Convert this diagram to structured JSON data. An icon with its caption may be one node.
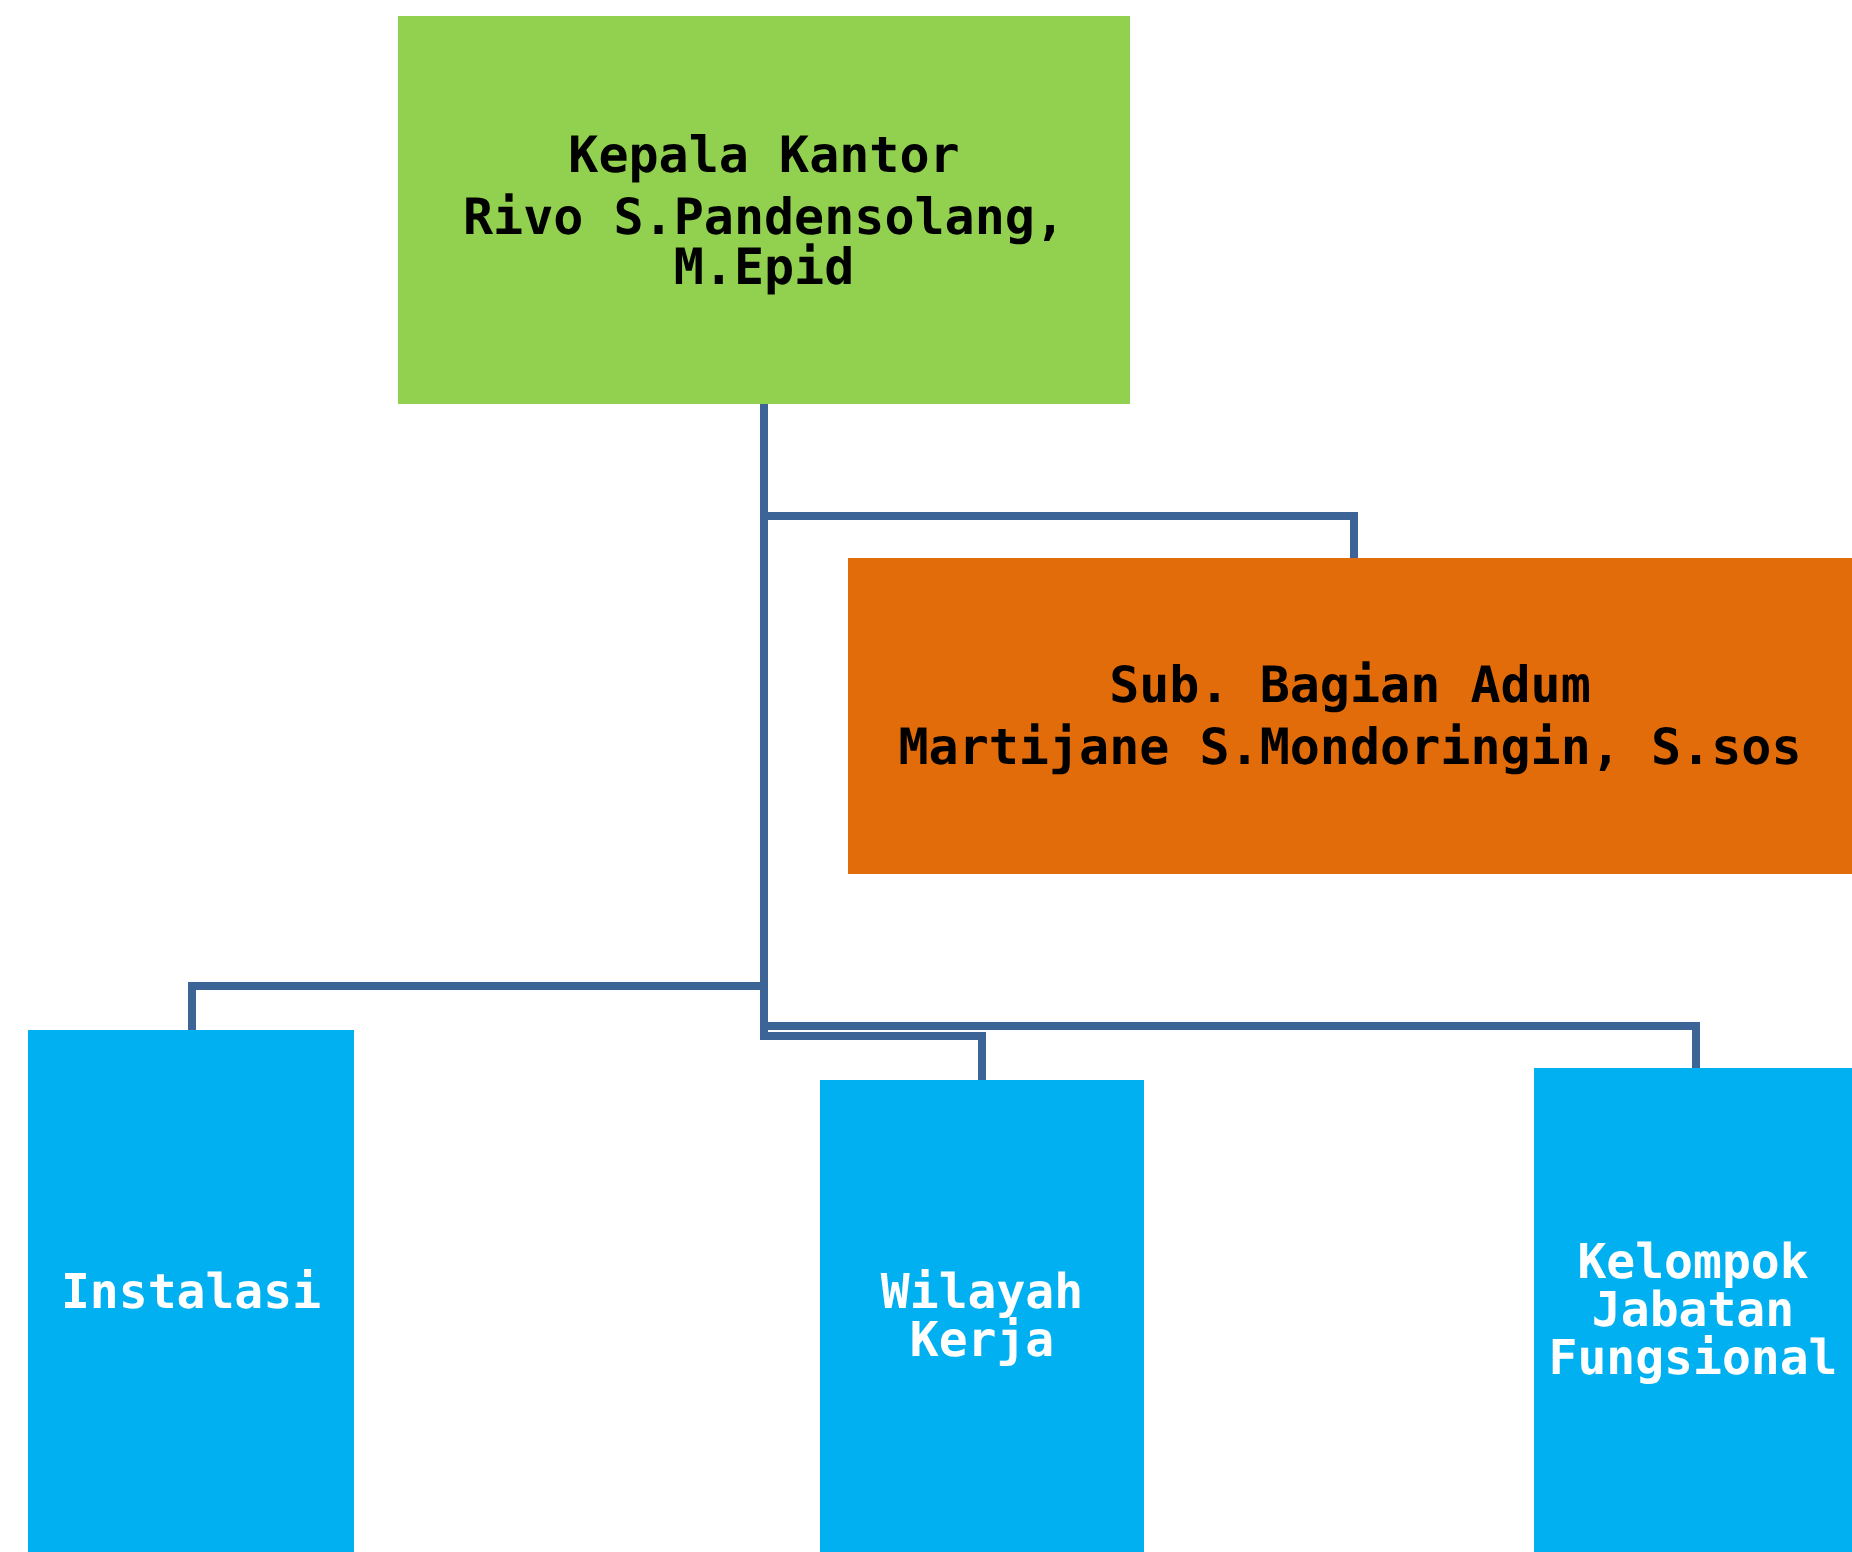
{
  "diagram": {
    "nodes": [
      {
        "text": [
          "Kepala Kantor",
          "Rivo S.Pandensolang, M.Epid"
        ]
      },
      {
        "text": [
          "Sub. Bagian Adum",
          "Martijane S.Mondoringin, S.sos"
        ]
      },
      {
        "text": [
          "Instalasi"
        ]
      },
      {
        "text": [
          "Wilayah Kerja"
        ]
      },
      {
        "text": [
          "Kelompok Jabatan Fungsional"
        ]
      }
    ],
    "edges": [
      {
        "from": 0,
        "to": 1,
        "arrow": "none"
      },
      {
        "from": 0,
        "to": 2,
        "arrow": "none"
      },
      {
        "from": 0,
        "to": 3,
        "arrow": "none"
      },
      {
        "from": 0,
        "to": 4,
        "arrow": "none"
      }
    ]
  }
}
